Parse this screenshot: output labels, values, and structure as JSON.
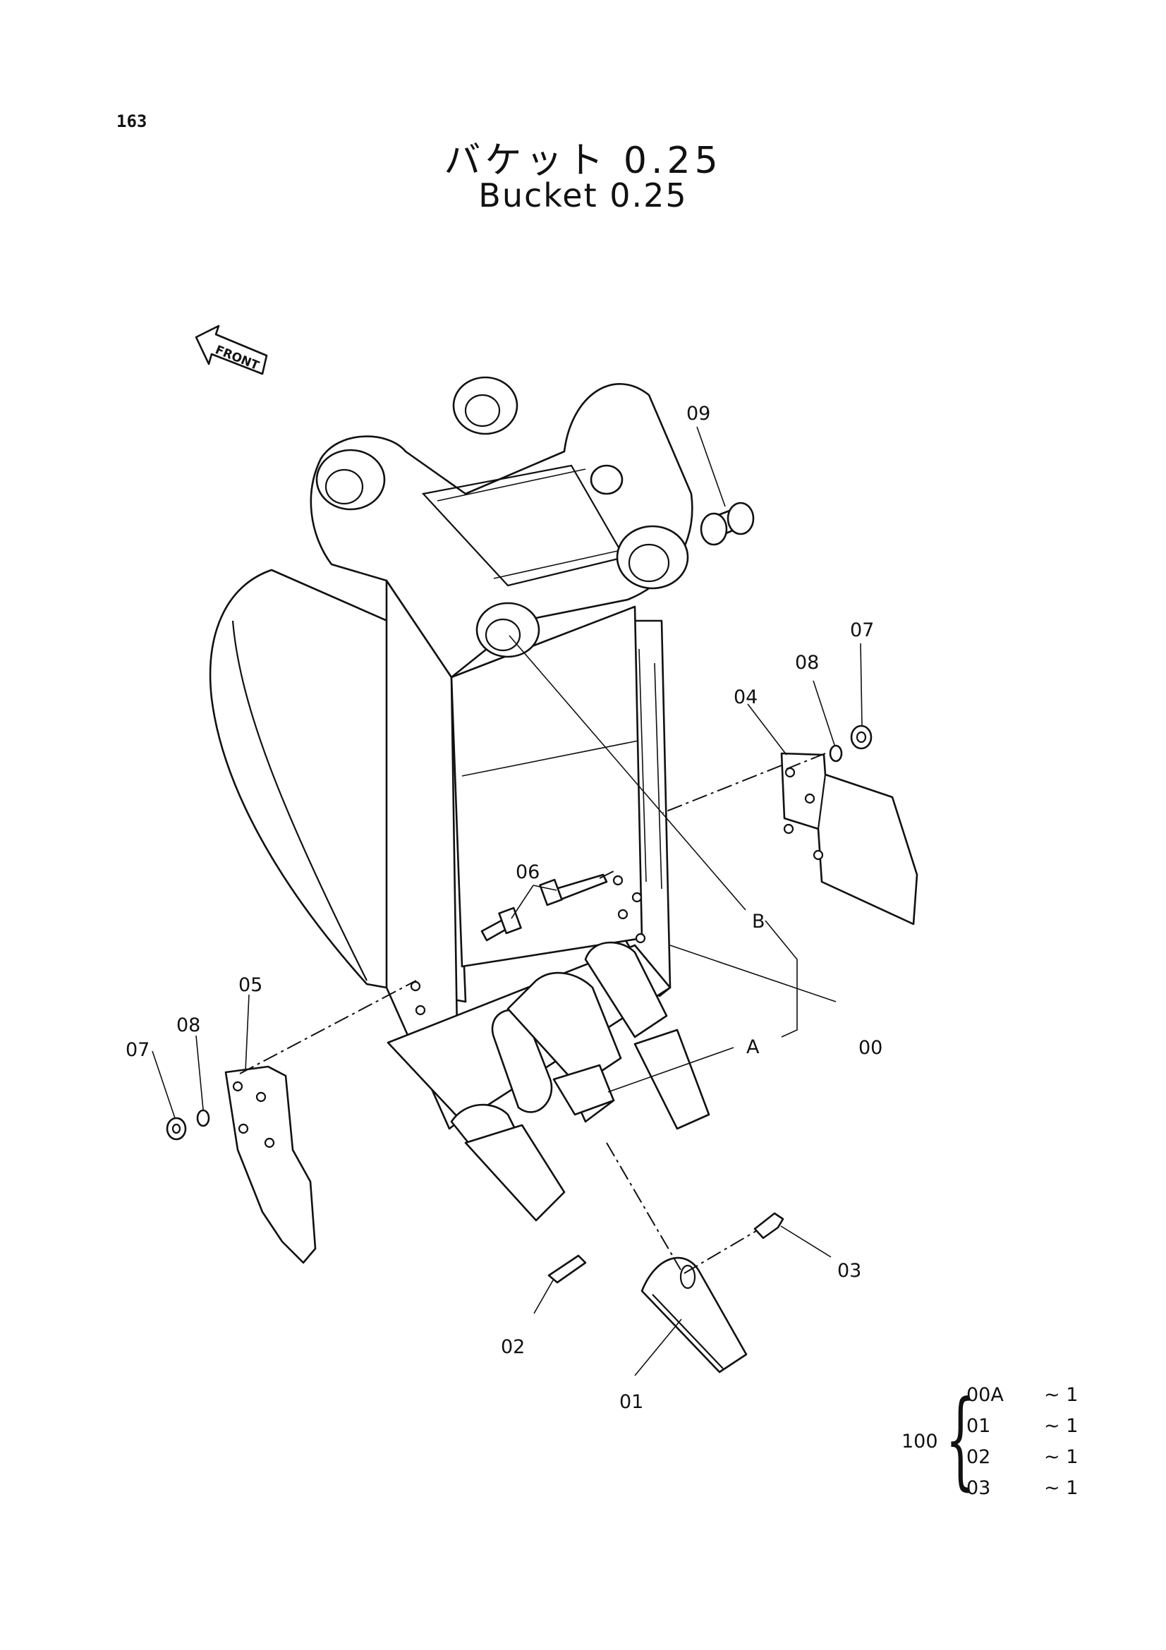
{
  "page": {
    "page_number": "163",
    "title_jp": "バケット 0.25",
    "title_en": "Bucket 0.25"
  },
  "diagram": {
    "orientation_label": "FRONT",
    "callouts": {
      "p00": "00",
      "p01": "01",
      "p02": "02",
      "p03": "03",
      "p04": "04",
      "p05": "05",
      "p06": "06",
      "p07_right": "07",
      "p07_left": "07",
      "p08_right": "08",
      "p08_left": "08",
      "p09": "09",
      "ref_a": "A",
      "ref_b": "B"
    }
  },
  "kit": {
    "assembly": "100",
    "items": [
      {
        "code": "00A",
        "qty": "~ 1"
      },
      {
        "code": "01",
        "qty": "~ 1"
      },
      {
        "code": "02",
        "qty": "~ 1"
      },
      {
        "code": "03",
        "qty": "~ 1"
      }
    ]
  }
}
